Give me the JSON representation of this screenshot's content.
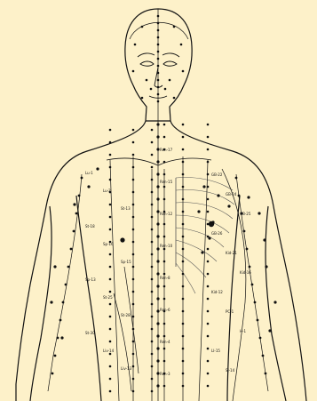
{
  "figure": {
    "background": "#fdf1c9",
    "ink_color": "#111111",
    "subject": "human-torso-front-view"
  },
  "labels": {
    "center_line": [
      "Ren-17",
      "Ren-15",
      "Ren-12",
      "Ren-10",
      "Ren-8",
      "Ren-6",
      "Ren-4",
      "Ren-3"
    ],
    "left_side": [
      "Lu-1",
      "Lu-2",
      "St-13",
      "St-18",
      "Sp-16",
      "Sp-15",
      "Sp-13",
      "St-25",
      "St-28",
      "St-30",
      "Liv-14",
      "Liv-13"
    ],
    "right_side": [
      "GB-22",
      "GB-24",
      "GB-25",
      "GB-26",
      "Kid-21",
      "Kid-16",
      "Kid-12",
      "PC-1",
      "H-1",
      "LI-15",
      "SJ-14"
    ]
  }
}
